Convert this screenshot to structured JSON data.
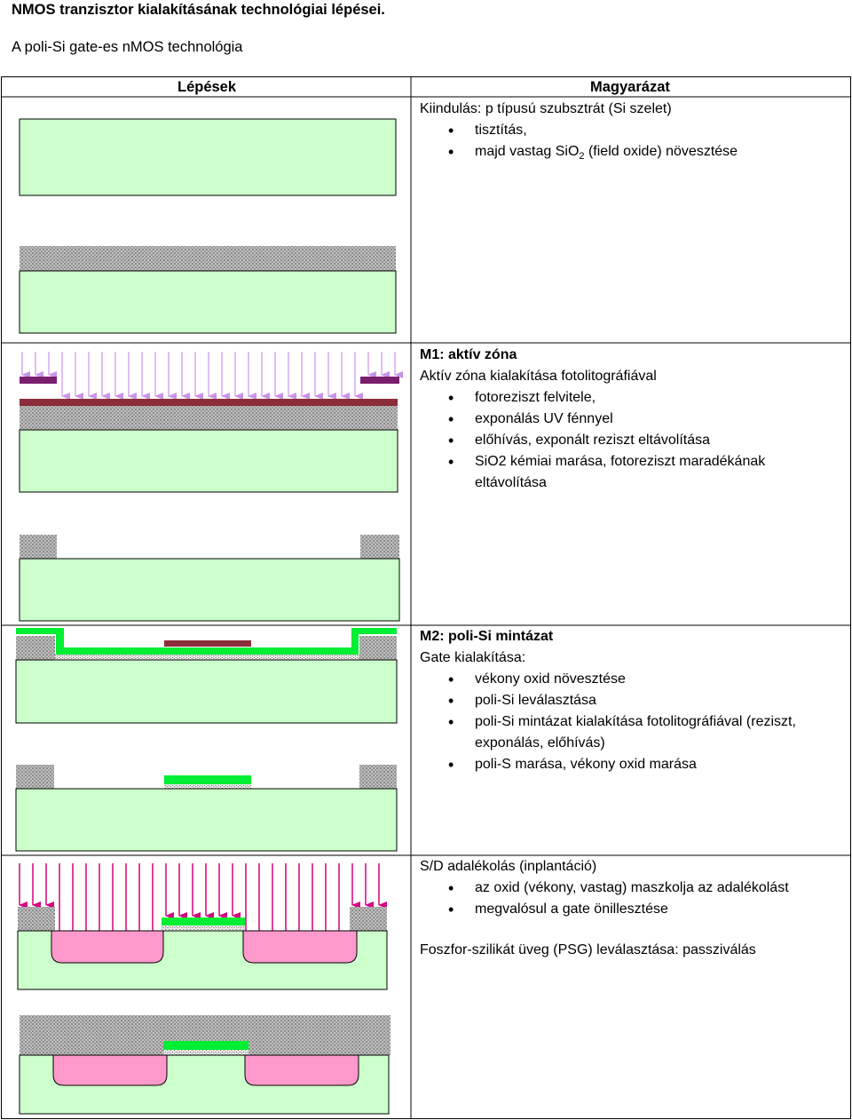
{
  "title": "NMOS tranzisztor kialakításának technológiai lépései.",
  "subtitle": "A poli-Si gate-es nMOS technológia",
  "table": {
    "col_steps": "Lépések",
    "col_explanation": "Magyarázat"
  },
  "rows": [
    {
      "intro": "Kiindulás: p típusú szubsztrát (Si szelet)",
      "bullets": [
        "tisztítás,",
        "majd vastag SiO",
        "(field oxide) növesztése"
      ],
      "sub": "2"
    },
    {
      "heading": "M1: aktív zóna",
      "intro": "Aktív zóna kialakítása fotolitográfiával",
      "bullets": [
        "fotoreziszt felvitele,",
        "exponálás UV fénnyel",
        "előhívás, exponált reziszt eltávolítása",
        "SiO2 kémiai marása, fotoreziszt maradékának eltávolítása"
      ]
    },
    {
      "heading": "M2: poli-Si mintázat",
      "intro": "Gate kialakítása:",
      "bullets": [
        "vékony oxid növesztése",
        "poli-Si leválasztása",
        "poli-Si mintázat kialakítása fotolitográfiával (reziszt, exponálás, előhívás)",
        "poli-S marása, vékony oxid marása"
      ]
    },
    {
      "intro": "S/D adalékolás (inplantáció)",
      "bullets": [
        "az oxid (vékony, vastag) maszkolja az adalékolást",
        "megvalósul a gate önillesztése"
      ],
      "footer": "Foszfor-szilikát üveg (PSG) leválasztása: passziválás"
    }
  ],
  "colors": {
    "substrate": "#ccffcc",
    "oxide": "#b3b3b3",
    "resist": "#8b2d3a",
    "mask": "#7a1e6e",
    "uv_light": "#d9a8f0",
    "poly": "#00ee33",
    "implant": "#e0008a",
    "ndoped": "#ff99cc"
  }
}
